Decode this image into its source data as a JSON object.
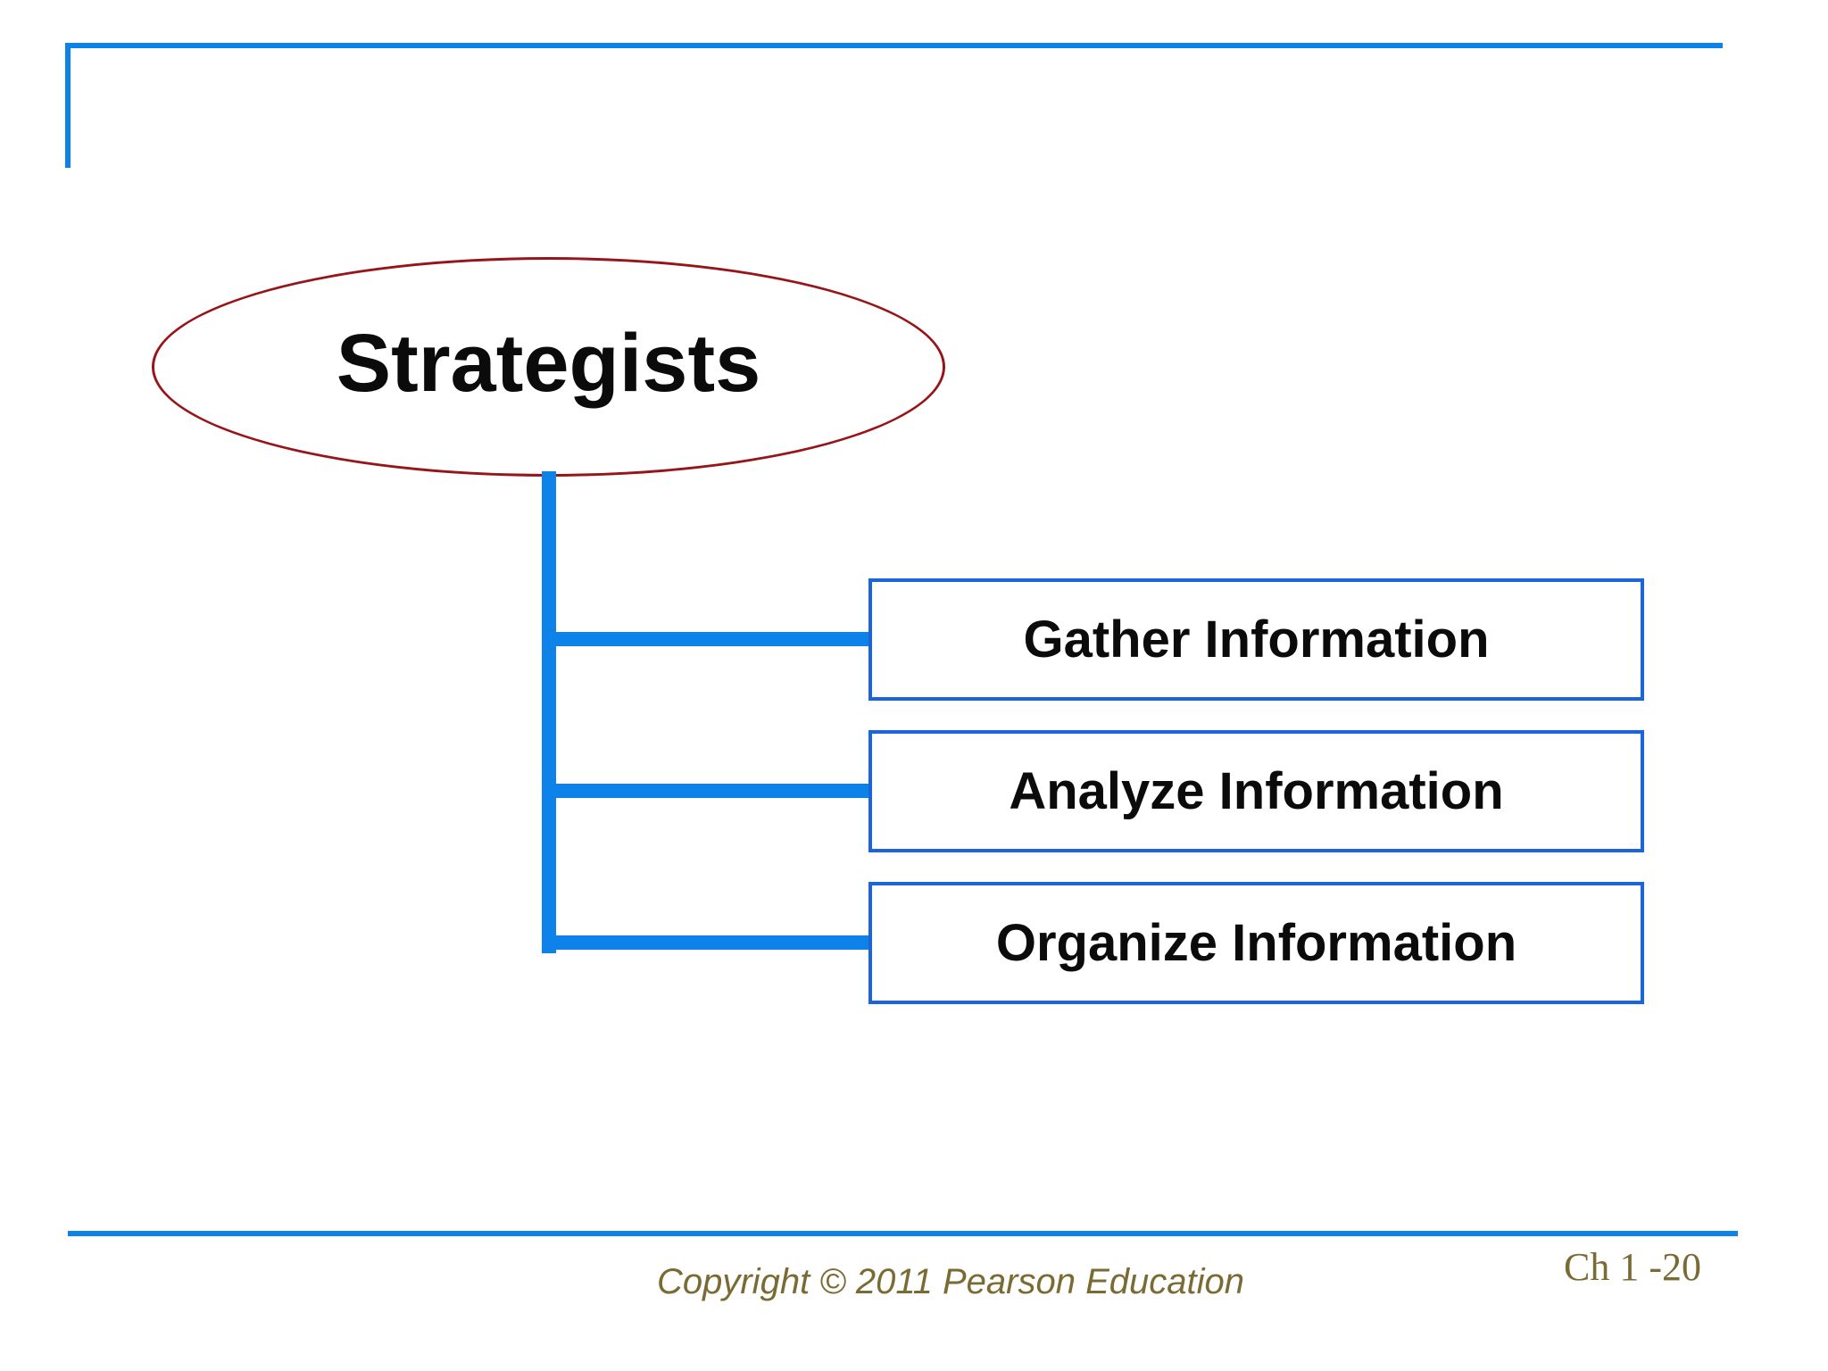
{
  "slide": {
    "diagram": {
      "root_label": "Strategists",
      "boxes": [
        {
          "label": "Gather Information"
        },
        {
          "label": "Analyze Information"
        },
        {
          "label": "Organize Information"
        }
      ]
    },
    "footer": {
      "copyright": "Copyright © 2011 Pearson Education",
      "chapter": "Ch 1 -20"
    },
    "colors": {
      "connector_blue": "#0d82e8",
      "box_border_blue": "#1a64dc",
      "ellipse_red": "#971519",
      "footer_text_olive": "#7a6a33",
      "text_black": "#0b0b0b"
    }
  }
}
